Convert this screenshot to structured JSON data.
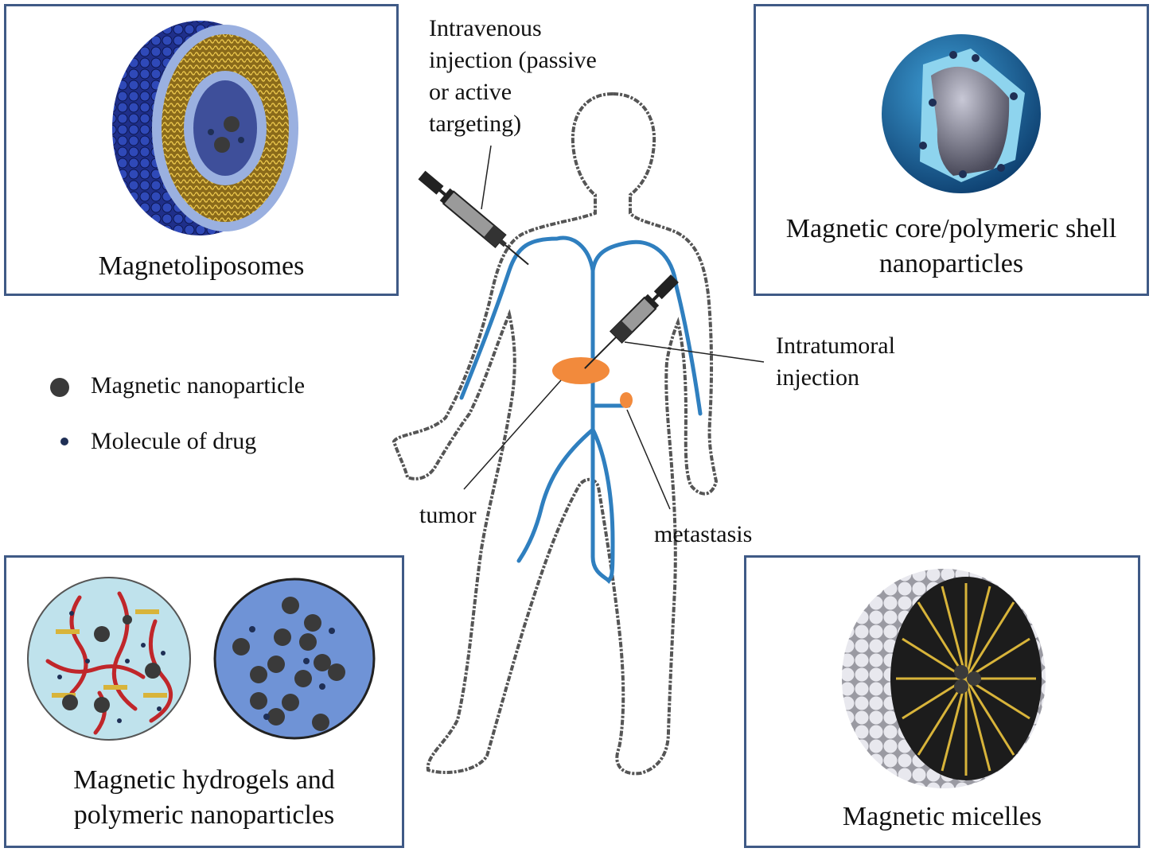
{
  "panels": {
    "top_left": {
      "title": "Magnetoliposomes"
    },
    "top_right": {
      "title": "Magnetic core/polymeric shell\nnanoparticles"
    },
    "bottom_left": {
      "title": "Magnetic hydrogels and\npolymeric nanoparticles"
    },
    "bottom_right": {
      "title": "Magnetic micelles"
    }
  },
  "labels": {
    "intravenous": "Intravenous\ninjection (passive\nor active\ntargeting)",
    "intratumoral": "Intratumoral\ninjection",
    "tumor": "tumor",
    "metastasis": "metastasis"
  },
  "legend": {
    "magnetic_nanoparticle": "Magnetic nanoparticle",
    "drug_molecule": "Molecule of drug"
  },
  "colors": {
    "panel_border": "#3f5a86",
    "vessel": "#2f7fbf",
    "tumor": "#f28a3c",
    "nanoparticle": "#3a3a3a",
    "drug": "#1f2f55"
  }
}
